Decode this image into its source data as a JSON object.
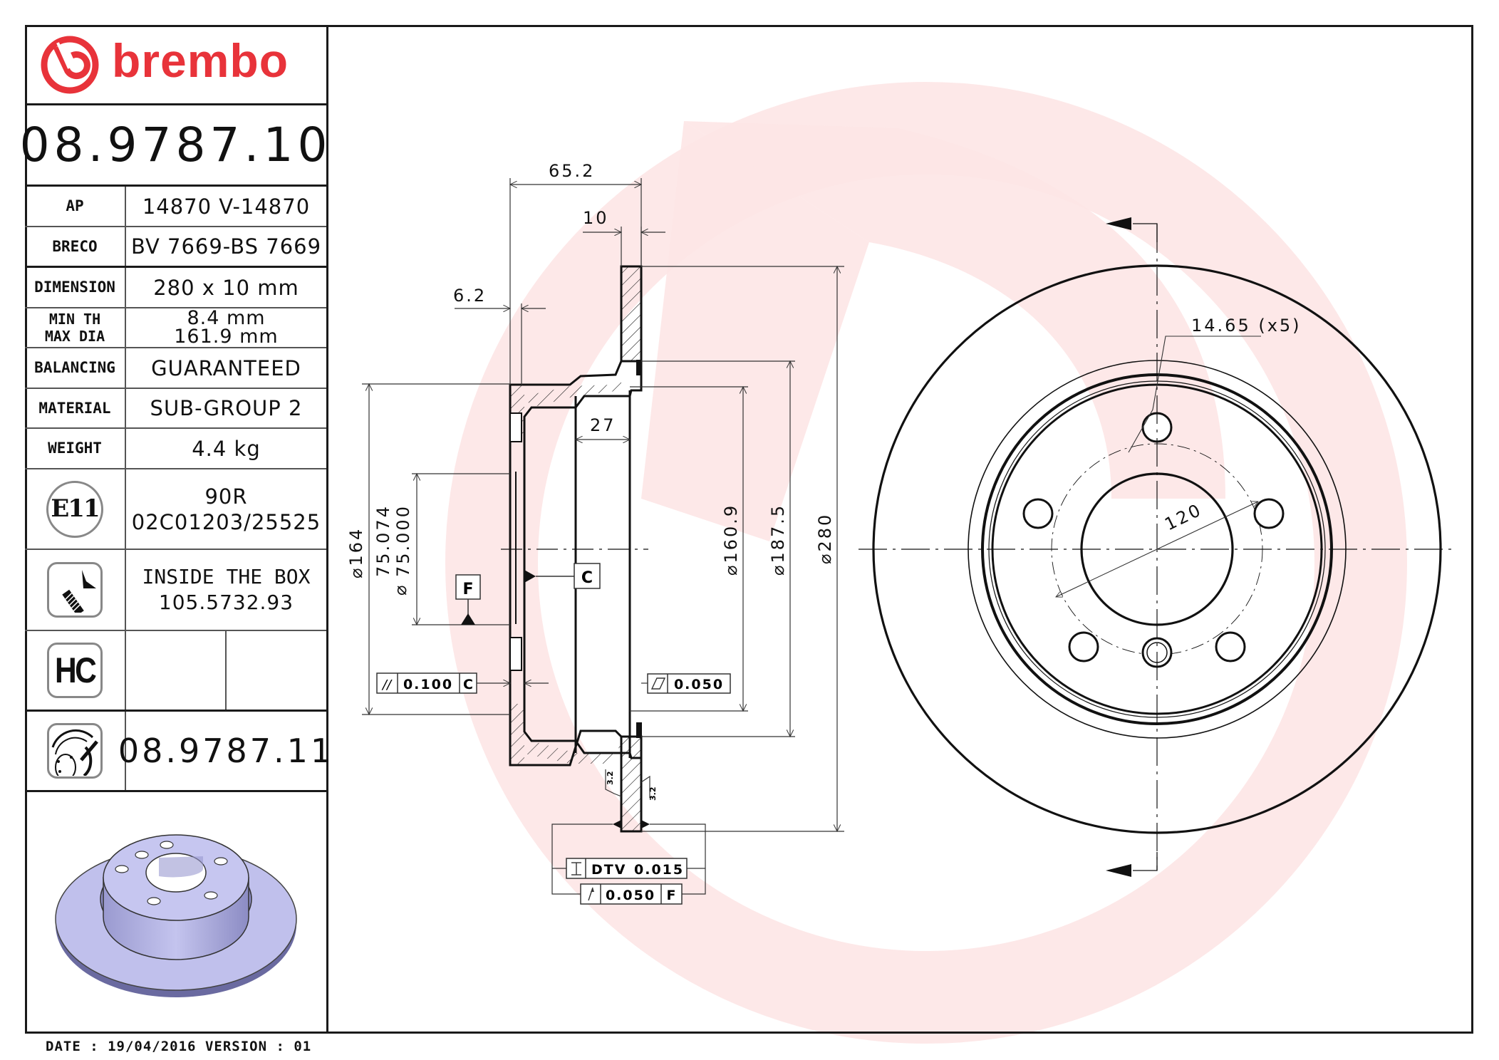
{
  "brand": {
    "name": "brembo",
    "color": "#e8333a",
    "watermark_color": "#fde6e6"
  },
  "part_number": "08.9787.10",
  "specs": [
    {
      "label": "AP",
      "value": "14870 V-14870"
    },
    {
      "label": "BRECO",
      "value": "BV 7669-BS 7669"
    },
    {
      "label": "DIMENSION",
      "value": "280 x 10 mm"
    },
    {
      "label": [
        "MIN TH",
        "MAX DIA"
      ],
      "value": [
        "8.4 mm",
        "161.9 mm"
      ]
    },
    {
      "label": "BALANCING",
      "value": "GUARANTEED"
    },
    {
      "label": "MATERIAL",
      "value": "SUB-GROUP 2"
    },
    {
      "label": "WEIGHT",
      "value": "4.4 kg"
    }
  ],
  "approval": {
    "icon": "e11-approval-icon",
    "icon_text": "E11",
    "line1": "90R",
    "line2": "02C01203/25525"
  },
  "hardware": {
    "icon": "screw-icon",
    "line1": "INSIDE THE BOX",
    "line2": "105.5732.93"
  },
  "hc": {
    "icon": "hc-icon",
    "icon_text": "HC"
  },
  "alternative": {
    "icon": "disc-caliper-icon",
    "part_number": "08.9787.11"
  },
  "footer": {
    "date_label": "DATE :",
    "date": "19/04/2016",
    "version_label": "VERSION :",
    "version": "01"
  },
  "section_view": {
    "dims": {
      "overall_height": "65.2",
      "disc_thickness": "10",
      "hat_wall": "6.2",
      "hub_depth": "27",
      "d_hat": "164",
      "bore_max": "75.074",
      "bore_min": "75.000",
      "d_inner_friction": "160.9",
      "d_friction_start": "187.5",
      "d_outer": "280"
    },
    "datums": {
      "c": "C",
      "f": "F"
    },
    "tolerances": {
      "parallelism": {
        "symbol": "//",
        "value": "0.100",
        "datum": "C"
      },
      "flatness": {
        "symbol": "▱",
        "value": "0.050"
      },
      "dtv": {
        "label": "DTV",
        "value": "0.015"
      },
      "runout": {
        "value": "0.050",
        "datum": "F"
      }
    },
    "roughness": [
      "3.2",
      "3.2"
    ]
  },
  "front_view": {
    "bolt_hole": "14.65 (x5)",
    "pcd": "120"
  }
}
